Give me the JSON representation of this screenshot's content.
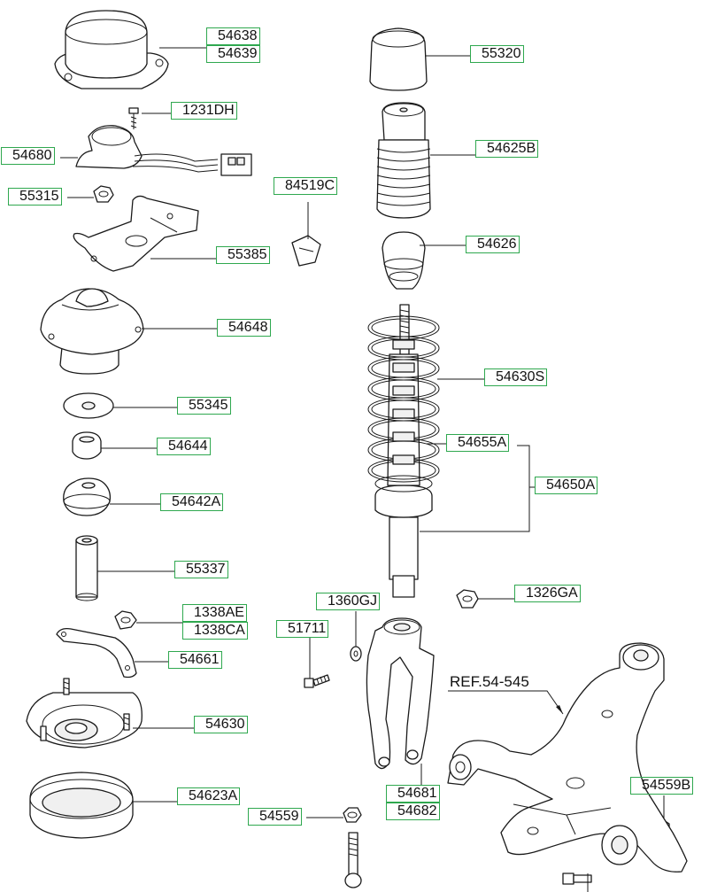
{
  "diagram": {
    "part_numbers": {
      "p54638": "54638",
      "p54639": "54639",
      "p55320": "55320",
      "p1231DH": "1231DH",
      "p54625B": "54625B",
      "p54680": "54680",
      "p84519C": "84519C",
      "p55315": "55315",
      "p54626": "54626",
      "p55385": "55385",
      "p54648": "54648",
      "p54630S": "54630S",
      "p55345": "55345",
      "p54644": "54644",
      "p54655A": "54655A",
      "p54650A": "54650A",
      "p54642A": "54642A",
      "p55337": "55337",
      "p1360GJ": "1360GJ",
      "p1326GA": "1326GA",
      "p1338AE": "1338AE",
      "p1338CA": "1338CA",
      "p51711": "51711",
      "p54661": "54661",
      "p54630": "54630",
      "p54681": "54681",
      "p54682": "54682",
      "p54623A": "54623A",
      "p54559": "54559",
      "p54559B": "54559B"
    },
    "reference_label": "REF.54-545"
  }
}
